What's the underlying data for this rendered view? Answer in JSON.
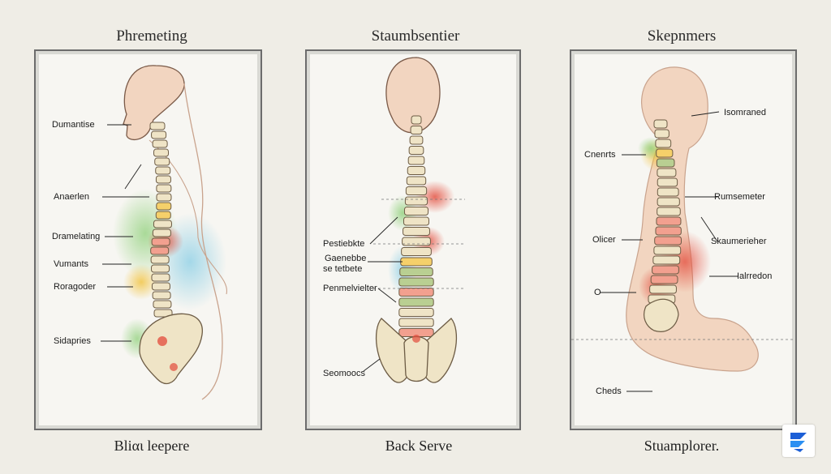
{
  "panels": [
    {
      "title": "Phremeting",
      "footer": "Bliαι leepere",
      "labels": [
        "Dumantise",
        "Anaerlen",
        "Dramelating",
        "Vumants",
        "Roragoder",
        "Sidapries"
      ]
    },
    {
      "title": "Staumbsentier",
      "footer": "Back Serve",
      "labels": [
        "Pestiebkte",
        "Gaenebbe",
        "se tetbete",
        "Penmelvielter",
        "Seomoocs"
      ]
    },
    {
      "title": "Skepnmers",
      "footer": "Stuamplorer.",
      "labels": [
        "Isomraned",
        "Cnenrts",
        "Rumsemeter",
        "Olicer",
        "Skaumerieher",
        "Ialrredon",
        "O",
        "Cheds"
      ]
    }
  ],
  "colors": {
    "bone": "#efe4c6",
    "bone_edge": "#6d5c45",
    "skin": "#f2d5c0",
    "pain_red": "#e34a3a",
    "pain_green": "#8fd07a",
    "pain_blue": "#8fd0e6",
    "pain_yellow": "#f1c23c"
  },
  "logo": {
    "icon": "brand-logo-icon"
  }
}
